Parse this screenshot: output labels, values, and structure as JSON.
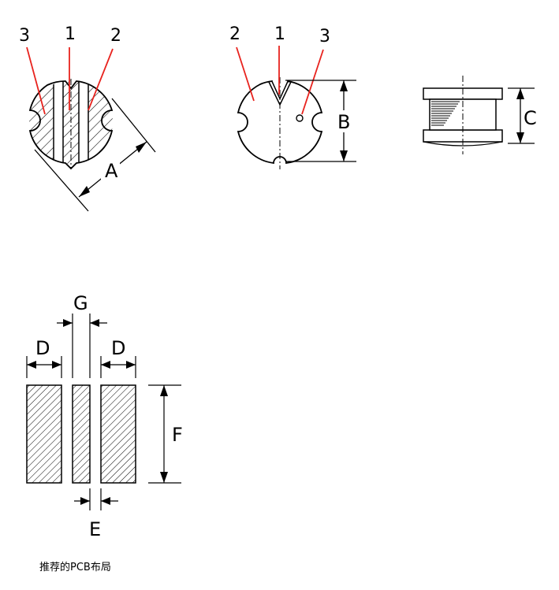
{
  "views": {
    "bottom": {
      "callouts": [
        "3",
        "1",
        "2"
      ],
      "dim_label": "A"
    },
    "top": {
      "callouts": [
        "2",
        "1",
        "3"
      ],
      "dim_label": "B"
    },
    "side": {
      "dim_label": "C"
    }
  },
  "pcb_layout": {
    "caption": "推荐的PCB布局",
    "labels": {
      "gap": "G",
      "pad_width_left": "D",
      "pad_width_right": "D",
      "height": "F",
      "center_width": "E"
    }
  },
  "colors": {
    "callout_line": "#e8231e",
    "outline": "#000000"
  }
}
